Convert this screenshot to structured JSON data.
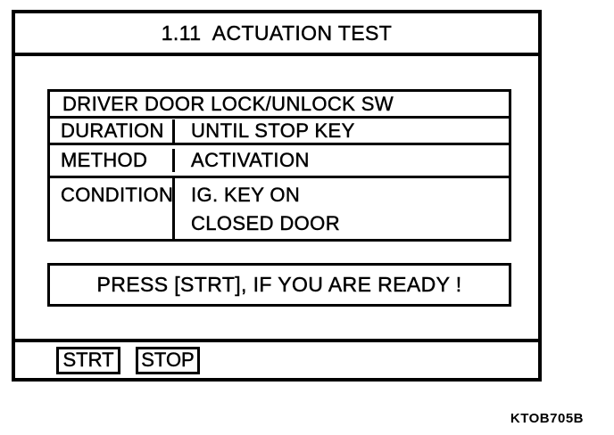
{
  "header": {
    "title": "1.11  ACTUATION TEST"
  },
  "test": {
    "item_name": "DRIVER DOOR LOCK/UNLOCK SW",
    "rows": [
      {
        "label": "DURATION",
        "value": "UNTIL STOP KEY"
      },
      {
        "label": "METHOD",
        "value": "ACTIVATION"
      },
      {
        "label": "CONDITION",
        "value_lines": [
          "IG. KEY ON",
          "CLOSED DOOR"
        ]
      }
    ]
  },
  "message": "PRESS [STRT], IF YOU ARE READY !",
  "footer": {
    "buttons": [
      {
        "label": "STRT"
      },
      {
        "label": "STOP"
      }
    ]
  },
  "figure_code": "KTOB705B",
  "colors": {
    "ink": "#000000",
    "paper": "#ffffff"
  }
}
